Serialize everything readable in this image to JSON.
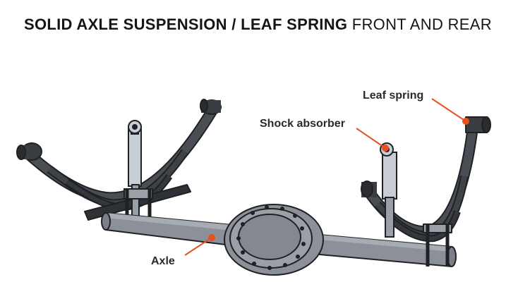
{
  "title": {
    "bold": "SOLID AXLE SUSPENSION / LEAF SPRING",
    "light": "FRONT AND REAR"
  },
  "labels": {
    "leaf_spring": "Leaf spring",
    "shock_absorber": "Shock absorber",
    "axle": "Axle"
  },
  "colors": {
    "accent": "#E8511E",
    "spring": "#3a3d42",
    "metal": "#8c9199",
    "shock": "#c9ced4",
    "outline": "#1f2124"
  }
}
